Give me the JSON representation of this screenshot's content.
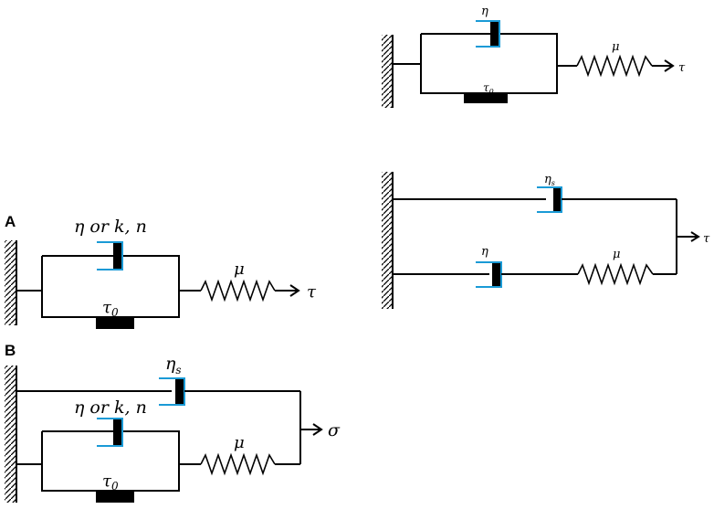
{
  "panel_labels": {
    "a": "A",
    "b": "B"
  },
  "symbols": {
    "eta": "η",
    "eta_or_k_n": "η or k, n",
    "eta_s_base": "η",
    "eta_s_sub": "s",
    "mu": "μ",
    "tau": "τ",
    "tau0_base": "τ",
    "tau0_sub": "0",
    "sigma": "σ"
  },
  "colors": {
    "line": "#000000",
    "dashpot_cup": "#1a9ad6"
  }
}
